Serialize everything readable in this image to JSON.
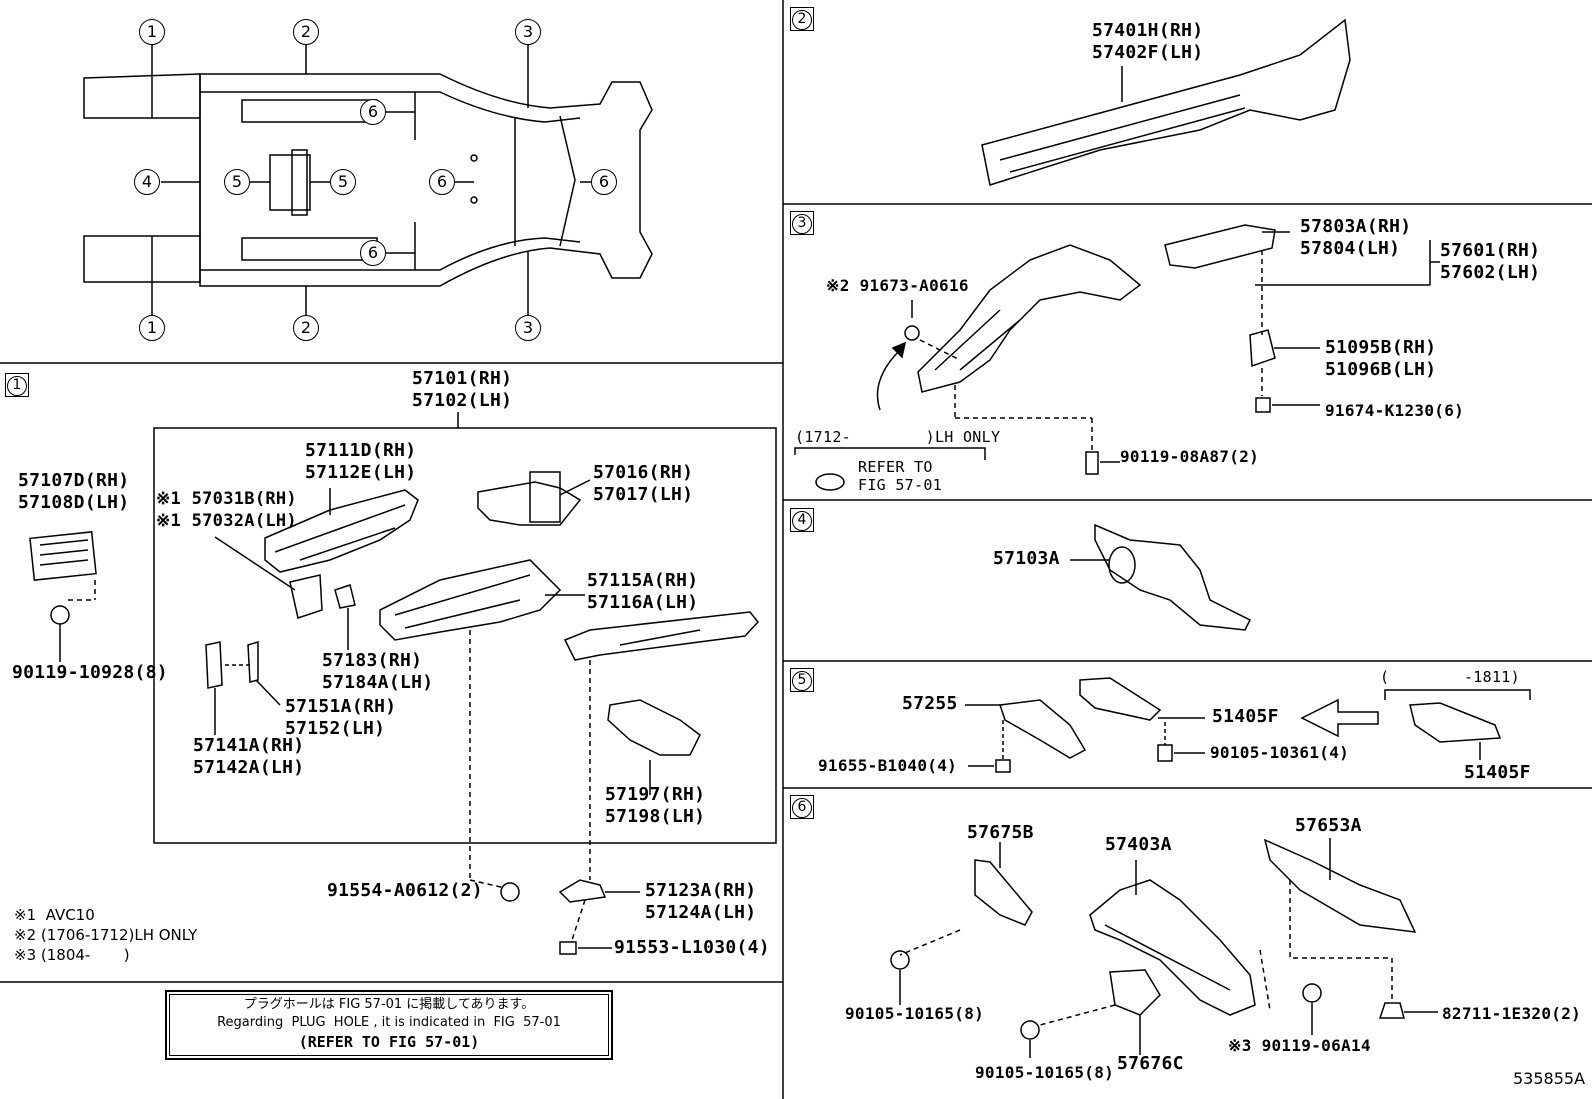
{
  "page_code": "535855A",
  "overview": {
    "callouts": {
      "c1": "1",
      "c2": "2",
      "c3": "3",
      "c4": "4",
      "c5": "5",
      "c6": "6"
    }
  },
  "section1": {
    "index": "1",
    "labels": {
      "p57101": "57101(RH)\n57102(LH)",
      "p57107": "57107D(RH)\n57108D(LH)",
      "p90119_10928": "90119-10928(8)",
      "p57031": "※1 57031B(RH)\n※1 57032A(LH)",
      "p57111": "57111D(RH)\n57112E(LH)",
      "p57016": "57016(RH)\n57017(LH)",
      "p57115": "57115A(RH)\n57116A(LH)",
      "p57183": "57183(RH)\n57184A(LH)",
      "p57151": "57151A(RH)\n57152(LH)",
      "p57141": "57141A(RH)\n57142A(LH)",
      "p57197": "57197(RH)\n57198(LH)",
      "p91554": "91554-A0612(2)",
      "p57123": "57123A(RH)\n57124A(LH)",
      "p91553": "91553-L1030(4)"
    },
    "footnotes": [
      "※1  AVC10",
      "※2 (1706-1712)LH ONLY",
      "※3 (1804-       )"
    ],
    "plug_note": {
      "jp": "プラグホールは FIG 57-01 に掲載してあります。",
      "en": "Regarding  PLUG  HOLE , it is indicated in  FIG  57-01",
      "ref": "(REFER TO FIG 57-01)"
    }
  },
  "section2": {
    "index": "2",
    "labels": {
      "p57401": "57401H(RH)\n57402F(LH)"
    }
  },
  "section3": {
    "index": "3",
    "labels": {
      "p91673": "※2 91673-A0616",
      "p57803": "57803A(RH)\n57804(LH)",
      "p57601": "57601(RH)\n57602(LH)",
      "p51095": "51095B(RH)\n51096B(LH)",
      "p91674": "91674-K1230(6)",
      "p90119_08A87": "90119-08A87(2)",
      "range": "(1712-        )LH ONLY",
      "refer": "REFER TO\nFIG 57-01"
    }
  },
  "section4": {
    "index": "4",
    "labels": {
      "p57103": "57103A"
    }
  },
  "section5": {
    "index": "5",
    "labels": {
      "p57255": "57255",
      "p51405_a": "51405F",
      "p51405_b": "51405F",
      "p91655": "91655-B1040(4)",
      "p90105_10361": "90105-10361(4)",
      "range": "(        -1811)"
    }
  },
  "section6": {
    "index": "6",
    "labels": {
      "p57675": "57675B",
      "p57403": "57403A",
      "p57653": "57653A",
      "p90105_a": "90105-10165(8)",
      "p90105_b": "90105-10165(8)",
      "p57676": "57676C",
      "p90119_06A14": "※3 90119-06A14",
      "p82711": "82711-1E320(2)"
    }
  }
}
